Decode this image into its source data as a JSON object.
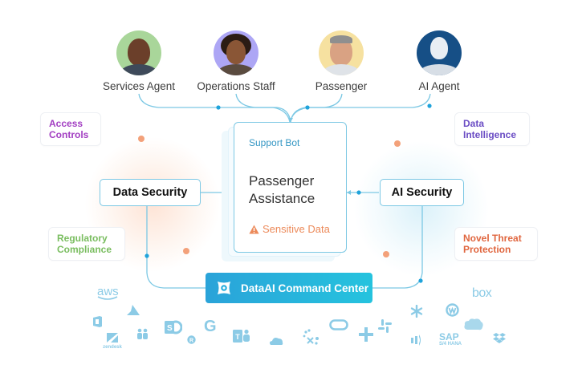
{
  "personas": [
    {
      "label": "Services Agent",
      "bg": "#a9d69a",
      "skin": "#6b3f2a"
    },
    {
      "label": "Operations Staff",
      "bg": "#ada6f5",
      "skin": "#7a4a30"
    },
    {
      "label": "Passenger",
      "bg": "#f6e1a0",
      "skin": "#e2ad8e"
    },
    {
      "label": "AI Agent",
      "bg": "#164f86",
      "skin": "#e9eef3"
    }
  ],
  "tags": {
    "access_controls": {
      "label_1": "Access",
      "label_2": "Controls",
      "color": "#a23ec2"
    },
    "data_intelligence": {
      "label_1": "Data",
      "label_2": "Intelligence",
      "color": "#6a4cc4"
    },
    "regulatory_compliance": {
      "label_1": "Regulatory",
      "label_2": "Compliance",
      "color": "#79bd5f"
    },
    "novel_threat_protection": {
      "label_1": "Novel Threat",
      "label_2": "Protection",
      "color": "#e0663f"
    }
  },
  "nodes": {
    "data_security": "Data Security",
    "ai_security": "AI Security"
  },
  "center_card": {
    "subtitle": "Support Bot",
    "title_1": "Passenger",
    "title_2": "Assistance",
    "warning_icon": "warning-triangle-icon",
    "warning": "Sensitive Data"
  },
  "command_center": {
    "icon": "dataai-logo-icon",
    "label": "DataAI Command Center"
  },
  "integrations": [
    "aws",
    "azure",
    "office",
    "zendesk",
    "teams-people",
    "sharepoint",
    "rocket",
    "google",
    "teams",
    "onedrive",
    "looker",
    "oracle",
    "plus",
    "slack",
    "snowflake",
    "intercom",
    "workplace",
    "sap",
    "salesforce",
    "box",
    "dropbox"
  ],
  "integration_text": {
    "aws": "aws",
    "zendesk": "zendesk",
    "google": "G",
    "sap": "SAP",
    "sap_sub": "S/4 HANA",
    "box": "box"
  },
  "colors": {
    "wire": "#7cc8e4",
    "wire_dot": "#1fa3db",
    "accent_orange": "#f3a17a",
    "command_center_start": "#2aa3d9",
    "command_center_end": "#25c3de"
  }
}
